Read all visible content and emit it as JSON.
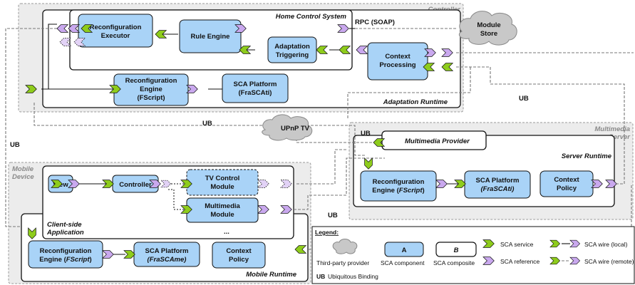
{
  "regions": {
    "controller": "Controller",
    "multimedia_server": "Multimedia\nServer",
    "mobile_device": "Mobile\nDevice"
  },
  "composites": {
    "home_control_system": "Home Control System",
    "adaptation_runtime": "Adaptation Runtime",
    "multimedia_provider": "Multimedia Provider",
    "server_runtime": "Server Runtime",
    "client_side_application": "Client-side\nApplication",
    "mobile_runtime": "Mobile Runtime"
  },
  "components": {
    "reconfiguration_executor": "Reconfiguration\nExecutor",
    "rule_engine": "Rule Engine",
    "adaptation_triggering": "Adaptation\nTriggering",
    "context_processing": "Context\nProcessing",
    "reconfig_engine_fscript_ctrl": "Reconfiguration\nEngine\n(FScript)",
    "sca_platform_frascati_ctrl": "SCA Platform\n(FraSCAti)",
    "reconfig_engine_fscript_srv": "Reconfiguration\nEngine (FScript)",
    "sca_platform_frascati_srv": "SCA Platform\n(FraSCAti)",
    "context_policy_srv": "Context\nPolicy",
    "view": "View",
    "controller": "Controller",
    "tv_control_module": "TV Control\nModule",
    "multimedia_module": "Multimedia\nModule",
    "ellipsis": "...",
    "reconfig_engine_fscript_mob": "Reconfiguration\nEngine (FScript)",
    "sca_platform_frascame": "SCA Platform\n(FraSCAme)",
    "context_policy_mob": "Context\nPolicy"
  },
  "providers": {
    "module_store": "Module\nStore",
    "upnp_tv": "UPnP TV"
  },
  "bindings": {
    "rpc_soap": "RPC (SOAP)",
    "ub": "UB"
  },
  "legend": {
    "title": "Legend:",
    "third_party": "Third-party provider",
    "component_letter": "A",
    "component": "SCA component",
    "composite_letter": "B",
    "composite": "SCA composite",
    "service": "SCA service",
    "reference": "SCA reference",
    "wire_local": "SCA wire (local)",
    "wire_remote": "SCA wire (remote)",
    "ub_abbrev": "UB",
    "ub_full": "Ubiquitous Binding"
  }
}
